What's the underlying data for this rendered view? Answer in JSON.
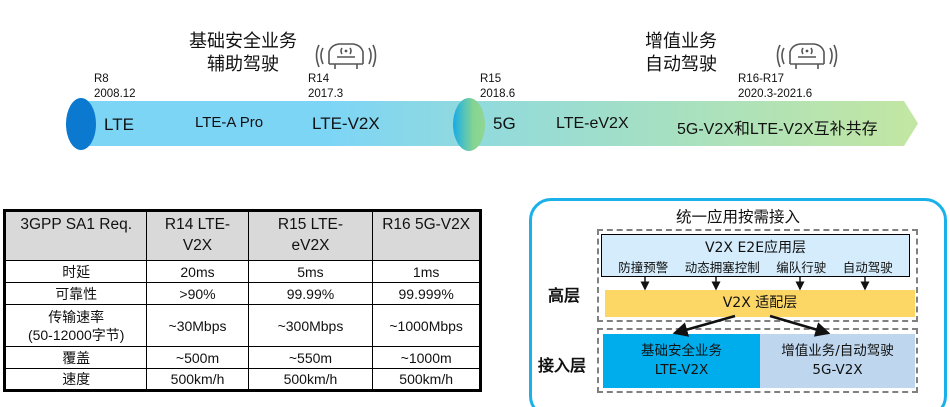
{
  "timeline": {
    "phases": [
      {
        "title_line1": "基础安全业务",
        "title_line2": "辅助驾驶",
        "icon": "connected-car-icon"
      },
      {
        "title_line1": "增值业务",
        "title_line2": "自动驾驶",
        "icon": "connected-car-icon"
      }
    ],
    "releases": [
      {
        "release": "R8",
        "date": "2008.12"
      },
      {
        "release": "R14",
        "date": "2017.3"
      },
      {
        "release": "R15",
        "date": "2018.6"
      },
      {
        "release": "R16-R17",
        "date": "2020.3-2021.6"
      }
    ],
    "segments": [
      "LTE",
      "LTE-A Pro",
      "LTE-V2X",
      "5G",
      "LTE-eV2X",
      "5G-V2X和LTE-V2X互补共存"
    ],
    "colors": {
      "lte_cap": "#0a79cf",
      "bar_start": "#7dd5f6",
      "bar_end": "#c3e6a2"
    }
  },
  "table": {
    "headers": [
      {
        "line1": "3GPP SA1 Req.",
        "line2": ""
      },
      {
        "line1": "R14 LTE-",
        "line2": "V2X"
      },
      {
        "line1": "R15 LTE-",
        "line2": "eV2X"
      },
      {
        "line1": "R16 5G-V2X",
        "line2": ""
      }
    ],
    "rows": [
      {
        "label": "时延",
        "label2": "",
        "values": [
          "20ms",
          "5ms",
          "1ms"
        ]
      },
      {
        "label": "可靠性",
        "label2": "",
        "values": [
          ">90%",
          "99.99%",
          "99.999%"
        ]
      },
      {
        "label": "传输速率",
        "label2": "(50-12000字节)",
        "values": [
          "~30Mbps",
          "~300Mbps",
          "~1000Mbps"
        ]
      },
      {
        "label": "覆盖",
        "label2": "",
        "values": [
          "~500m",
          "~550m",
          "~1000m"
        ]
      },
      {
        "label": "速度",
        "label2": "",
        "values": [
          "500km/h",
          "500km/h",
          "500km/h"
        ]
      }
    ]
  },
  "architecture": {
    "title": "统一应用按需接入",
    "high_layer_label": "高层",
    "access_layer_label": "接入层",
    "app_layer": {
      "title": "V2X  E2E应用层",
      "items": [
        "防撞预警",
        "动态拥塞控制",
        "编队行驶",
        "自动驾驶"
      ]
    },
    "adapt_layer": "V2X 适配层",
    "access": [
      {
        "line1": "基础安全业务",
        "line2": "LTE-V2X",
        "color": "#00adec"
      },
      {
        "line1": "增值业务/自动驾驶",
        "line2": "5G-V2X",
        "color": "#bed6ee"
      }
    ],
    "colors": {
      "frame": "#1ab0ea",
      "app_layer": "#d4ecfb",
      "adapt_layer": "#fcd766"
    }
  }
}
